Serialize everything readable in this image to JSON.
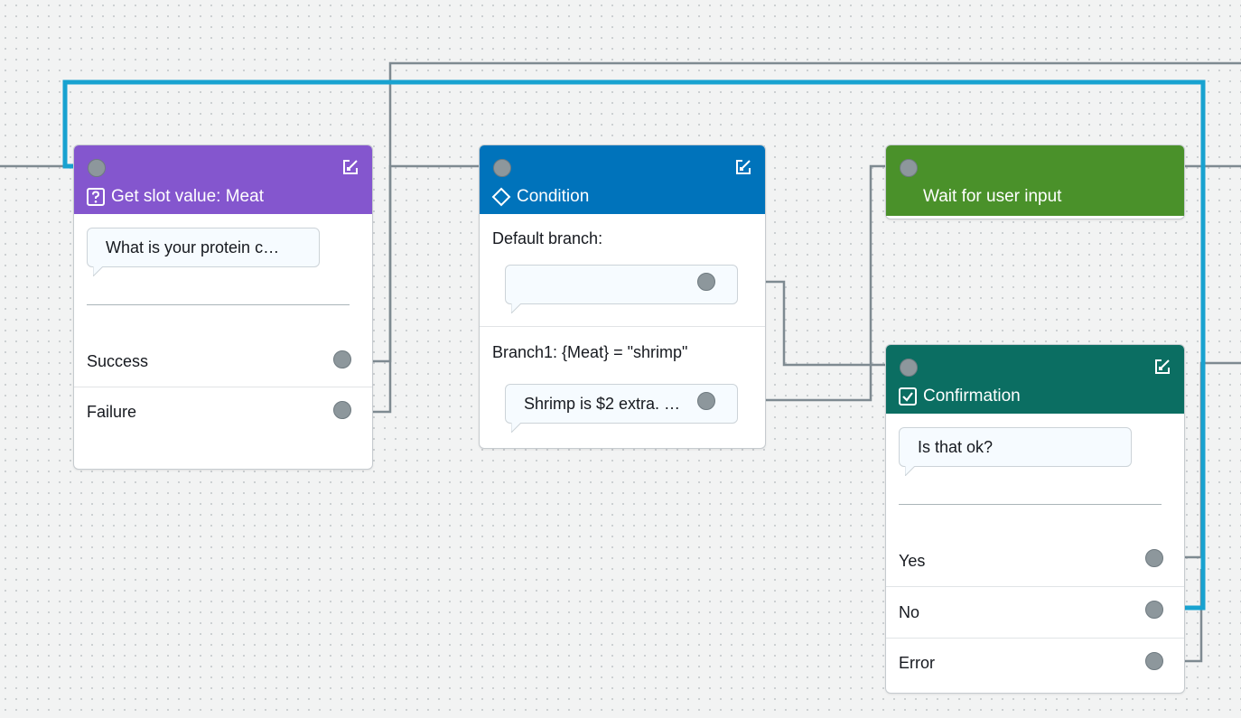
{
  "colors": {
    "get_slot_header": "#8456ce",
    "condition_header": "#0073bb",
    "wait_header": "#4a912a",
    "confirmation_header": "#0b6e62",
    "wire_default": "#7e8a91",
    "wire_active": "#18a2d0"
  },
  "get_slot_node": {
    "title": "Get slot value: Meat",
    "icon": "question-box-icon",
    "prompt": "What is your protein c…",
    "branches": [
      "Success",
      "Failure"
    ]
  },
  "condition_node": {
    "title": "Condition",
    "icon": "diamond-icon",
    "default_branch_label": "Default branch:",
    "default_branch_message": "",
    "branch1_label": "Branch1: {Meat} = \"shrimp\"",
    "branch1_message": "Shrimp is $2 extra. …"
  },
  "wait_node": {
    "title": "Wait for user input"
  },
  "confirmation_node": {
    "title": "Confirmation",
    "icon": "checkbox-icon",
    "prompt": "Is that ok?",
    "branches": [
      "Yes",
      "No",
      "Error"
    ]
  }
}
